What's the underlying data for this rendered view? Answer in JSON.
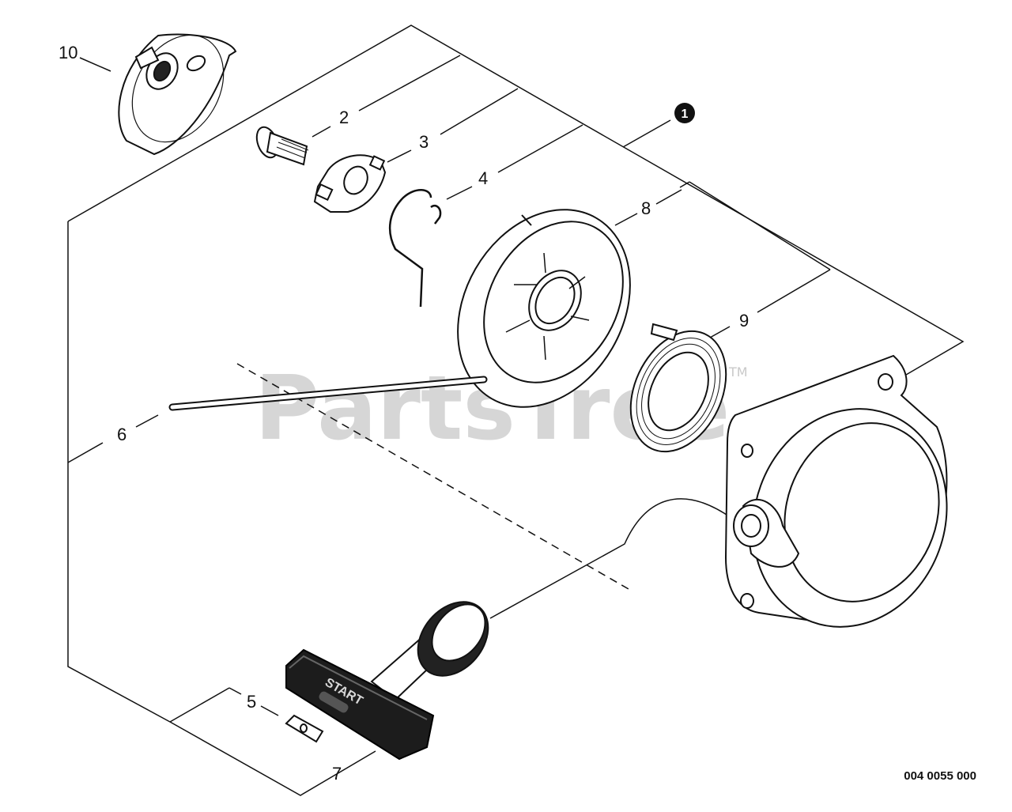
{
  "watermark": {
    "brand": "PartsTree",
    "trademark": "TM"
  },
  "drawing_code": "004 0055 000",
  "assembly_badge": "1",
  "handle_text": "START",
  "callouts": {
    "c10": "10",
    "c2": "2",
    "c3": "3",
    "c4": "4",
    "c8": "8",
    "c9": "9",
    "c6": "6",
    "c5": "5",
    "c7": "7"
  }
}
